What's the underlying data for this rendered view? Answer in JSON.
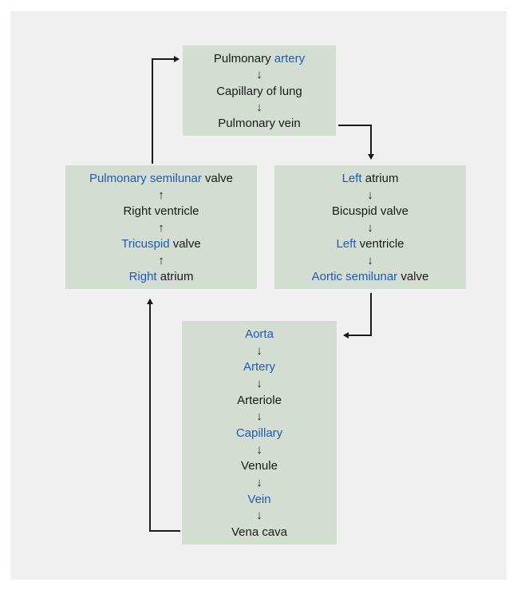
{
  "boxes": {
    "top": [
      [
        {
          "t": "Pulmonary "
        },
        {
          "t": "artery",
          "hl": true
        }
      ],
      [
        {
          "t": "Capillary of lung"
        }
      ],
      [
        {
          "t": "Pulmonary vein"
        }
      ]
    ],
    "left": [
      [
        {
          "t": "Pulmonary semilunar",
          "hl": true
        },
        {
          "t": " valve"
        }
      ],
      [
        {
          "t": "Right ventricle"
        }
      ],
      [
        {
          "t": "Tricuspid",
          "hl": true
        },
        {
          "t": " valve"
        }
      ],
      [
        {
          "t": "Right",
          "hl": true
        },
        {
          "t": " atrium"
        }
      ]
    ],
    "right": [
      [
        {
          "t": "Left",
          "hl": true
        },
        {
          "t": " atrium"
        }
      ],
      [
        {
          "t": "Bicuspid valve"
        }
      ],
      [
        {
          "t": "Left",
          "hl": true
        },
        {
          "t": " ventricle"
        }
      ],
      [
        {
          "t": "Aortic semilunar",
          "hl": true
        },
        {
          "t": " valve"
        }
      ]
    ],
    "bottom": [
      [
        {
          "t": "Aorta",
          "hl": true
        }
      ],
      [
        {
          "t": "Artery",
          "hl": true
        }
      ],
      [
        {
          "t": "Arteriole"
        }
      ],
      [
        {
          "t": "Capillary",
          "hl": true
        }
      ],
      [
        {
          "t": "Venule"
        }
      ],
      [
        {
          "t": "Vein",
          "hl": true
        }
      ],
      [
        {
          "t": "Vena cava"
        }
      ]
    ]
  },
  "arrows": {
    "down": "↓",
    "up": "↑"
  },
  "colors": {
    "highlight": "#1f5bb0",
    "box_fill": "#d3ddd1",
    "panel": "#f0f0f0"
  }
}
